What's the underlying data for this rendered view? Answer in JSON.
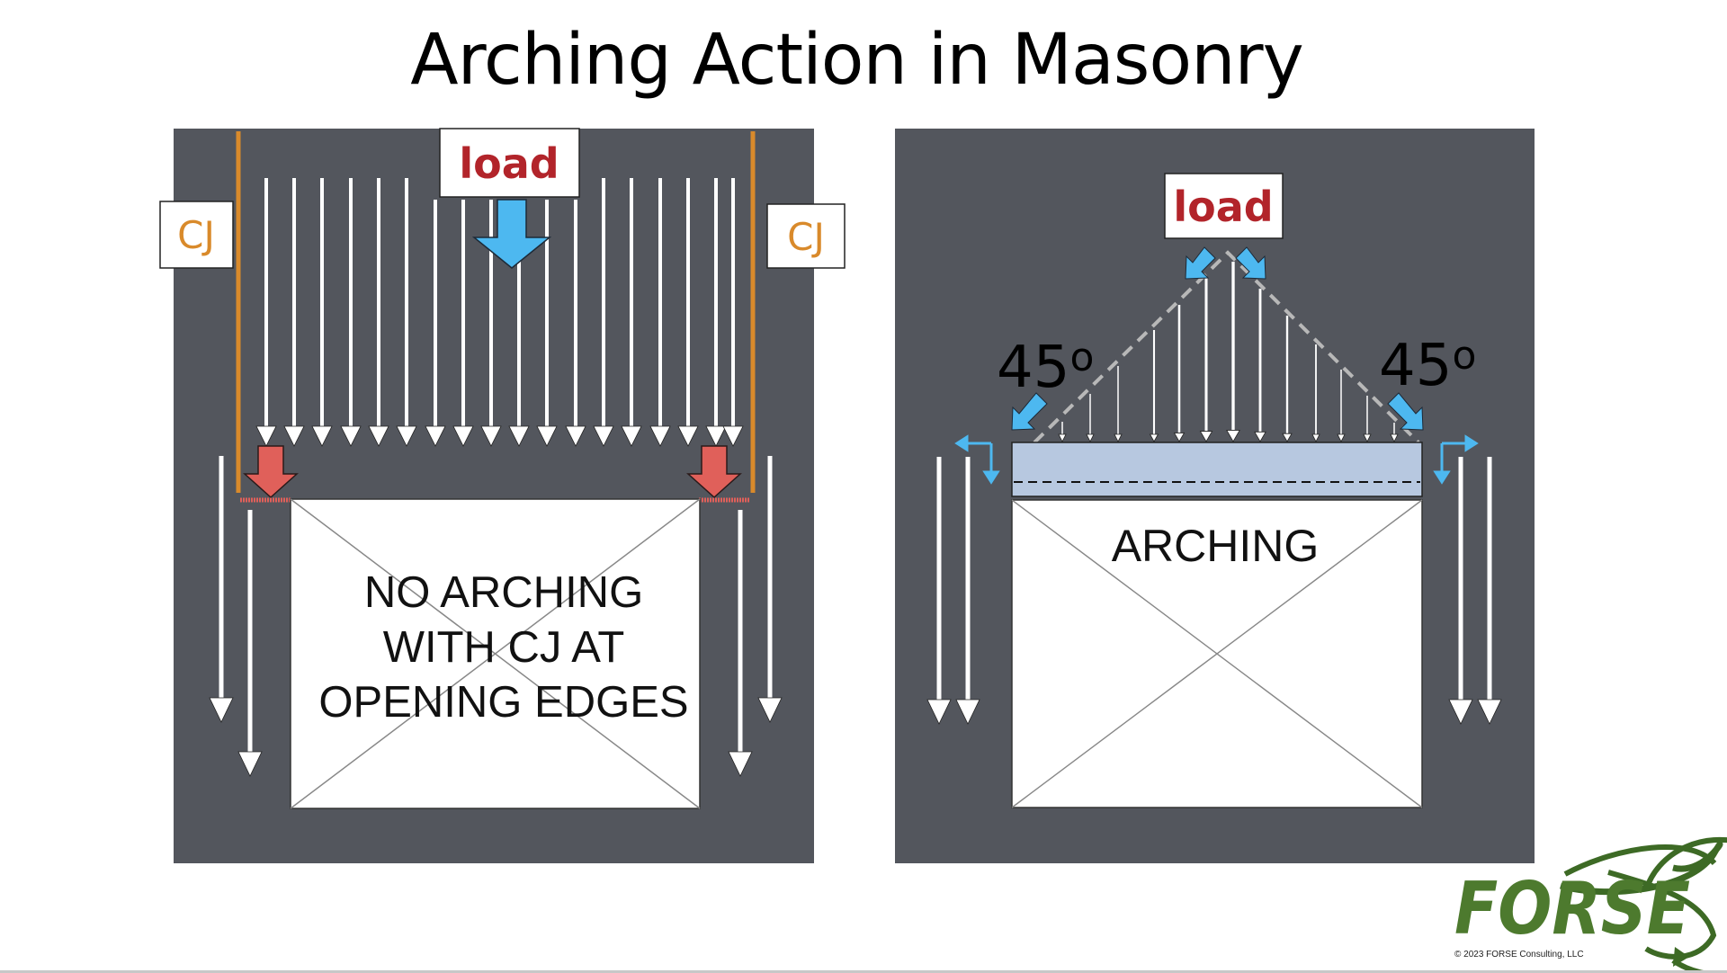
{
  "slide": {
    "title": "Arching Action in Masonry",
    "copyright": "© 2023 FORSE Consulting, LLC"
  },
  "left_panel": {
    "load_label": "load",
    "cj_left_label": "CJ",
    "cj_right_label": "CJ",
    "opening_text": [
      "NO ARCHING",
      "WITH CJ AT",
      "OPENING EDGES"
    ]
  },
  "right_panel": {
    "load_label": "load",
    "angle_left": "45",
    "angle_right": "45",
    "degree_mark": "o",
    "opening_text": "ARCHING"
  },
  "logo": {
    "text": "FORSE"
  },
  "colors": {
    "panel": "#53565d",
    "arrow_white": "#ffffff",
    "cj_orange": "#d98a2b",
    "load_red": "#b2242a",
    "blue_arrow": "#4db8f0",
    "red_arrow": "#e0605a",
    "lintel": "#b7c8e0",
    "logo_green": "#4d7a2e"
  }
}
